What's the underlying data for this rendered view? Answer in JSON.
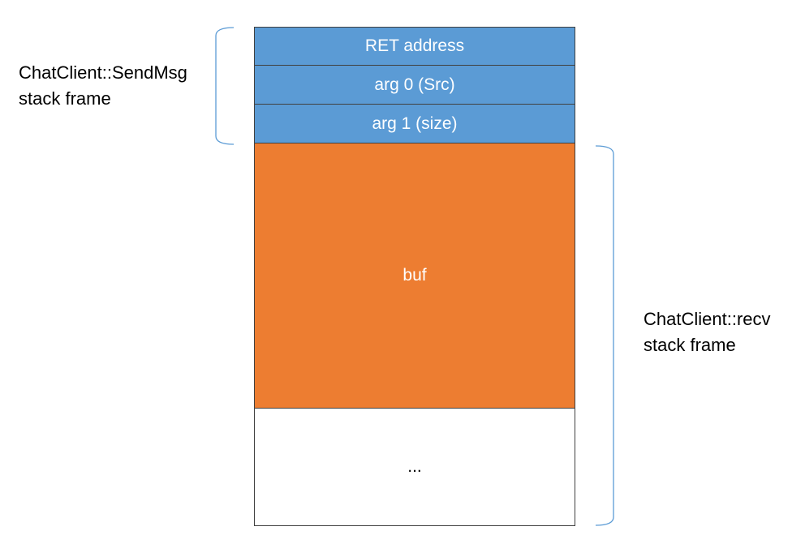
{
  "stack": {
    "cells": [
      {
        "label": "RET address",
        "color": "#5b9bd5"
      },
      {
        "label": "arg 0 (Src)",
        "color": "#5b9bd5"
      },
      {
        "label": "arg 1 (size)",
        "color": "#5b9bd5"
      },
      {
        "label": "buf",
        "color": "#ed7d31"
      },
      {
        "label": "...",
        "color": "#ffffff"
      }
    ]
  },
  "frames": {
    "sendmsg": {
      "line1": "ChatClient::SendMsg",
      "line2": "stack frame"
    },
    "recv": {
      "line1": "ChatClient::recv",
      "line2": "stack frame"
    }
  },
  "colors": {
    "brace": "#5b9bd5",
    "border": "#404040"
  }
}
